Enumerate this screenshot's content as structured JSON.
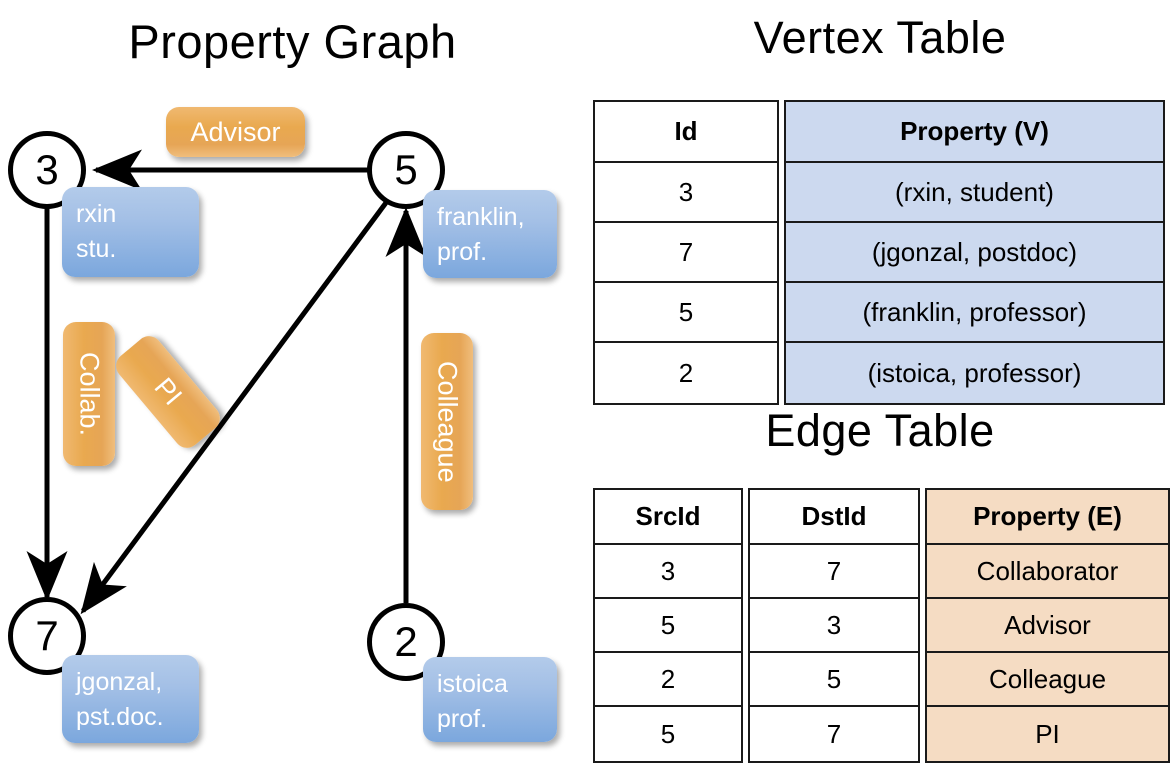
{
  "titles": {
    "property_graph": "Property Graph",
    "vertex_table": "Vertex Table",
    "edge_table": "Edge Table"
  },
  "colors": {
    "vertex_fill": "#ccd9ef",
    "edge_fill": "#f5dcc3",
    "callout_blue": "#a4c0e6",
    "callout_orange": "#e9a94f",
    "stroke": "#000000"
  },
  "graph": {
    "nodes": [
      {
        "id": "3",
        "label_line1": "rxin",
        "label_line2": "stu."
      },
      {
        "id": "5",
        "label_line1": "franklin,",
        "label_line2": "prof."
      },
      {
        "id": "7",
        "label_line1": "jgonzal,",
        "label_line2": "pst.doc."
      },
      {
        "id": "2",
        "label_line1": "istoica",
        "label_line2": "prof."
      }
    ],
    "edge_labels": [
      {
        "text": "Advisor"
      },
      {
        "text": "Collab."
      },
      {
        "text": "PI"
      },
      {
        "text": "Colleague"
      }
    ],
    "edges": [
      {
        "src": "5",
        "dst": "3",
        "label": "Advisor"
      },
      {
        "src": "3",
        "dst": "7",
        "label": "Collab."
      },
      {
        "src": "5",
        "dst": "7",
        "label": "PI"
      },
      {
        "src": "2",
        "dst": "5",
        "label": "Colleague"
      }
    ]
  },
  "vertex_table": {
    "headers": [
      "Id",
      "Property (V)"
    ],
    "rows": [
      {
        "id": "3",
        "property": "(rxin, student)"
      },
      {
        "id": "7",
        "property": "(jgonzal, postdoc)"
      },
      {
        "id": "5",
        "property": "(franklin, professor)"
      },
      {
        "id": "2",
        "property": "(istoica, professor)"
      }
    ]
  },
  "edge_table": {
    "headers": [
      "SrcId",
      "DstId",
      "Property (E)"
    ],
    "rows": [
      {
        "src": "3",
        "dst": "7",
        "property": "Collaborator"
      },
      {
        "src": "5",
        "dst": "3",
        "property": "Advisor"
      },
      {
        "src": "2",
        "dst": "5",
        "property": "Colleague"
      },
      {
        "src": "5",
        "dst": "7",
        "property": "PI"
      }
    ]
  }
}
